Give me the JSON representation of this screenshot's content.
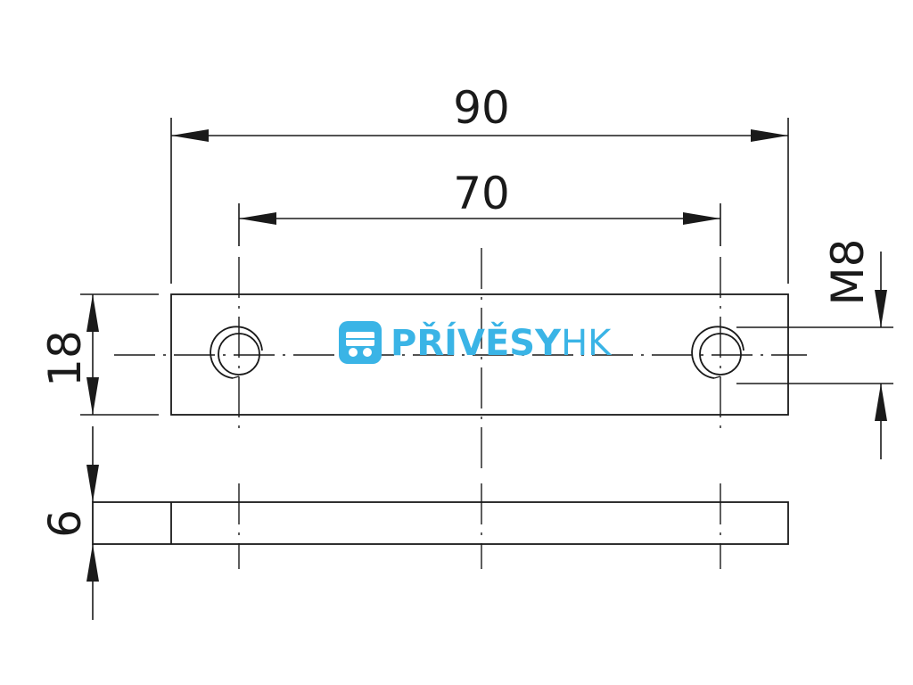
{
  "drawing": {
    "dimensions": {
      "overall_length": "90",
      "hole_spacing": "70",
      "width": "18",
      "thickness": "6",
      "thread": "M8"
    },
    "watermark": {
      "brand_main": "PŘÍVĚSY",
      "brand_suffix": "HK",
      "brand_color": "#3ab4e6",
      "icon": "trailer-icon"
    }
  }
}
